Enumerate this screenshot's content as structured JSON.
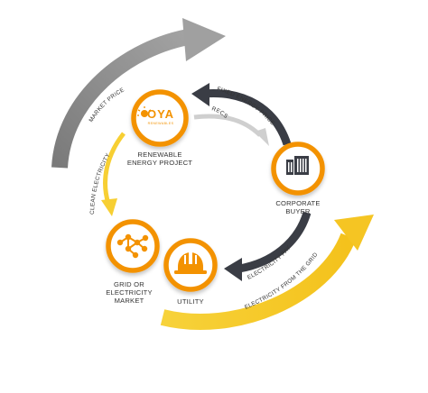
{
  "colors": {
    "orange": "#f39200",
    "yellow": "#f7cf33",
    "yellow_light": "#fbe37a",
    "gray": "#8e8e8e",
    "gray_light": "#c4c4c4",
    "dark": "#3a3d45",
    "text": "#333333"
  },
  "nodes": {
    "project": {
      "line1": "RENEWABLE",
      "line2": "ENERGY PROJECT",
      "icon": "oya-logo"
    },
    "buyer": {
      "line1": "CORPORATE",
      "line2": "BUYER",
      "icon": "building-icon"
    },
    "grid": {
      "line1": "GRID OR",
      "line2": "ELECTRICITY",
      "line3": "MARKET",
      "icon": "network-icon"
    },
    "utility": {
      "line1": "UTILITY",
      "icon": "hard-hat-icon"
    }
  },
  "logo": {
    "word": "OYA",
    "sub": "RENEWABLES"
  },
  "flows": {
    "market_price": "MARKET PRICE",
    "fixed_energy_price": "FIXED ENERGY PRICE",
    "recs": "RECS",
    "clean_electricity": "CLEAN ELECTRICITY",
    "electricity_payment": "ELECTRICITY PAYMENT",
    "electricity_from_grid": "ELECTRICITY FROM THE GRID"
  }
}
